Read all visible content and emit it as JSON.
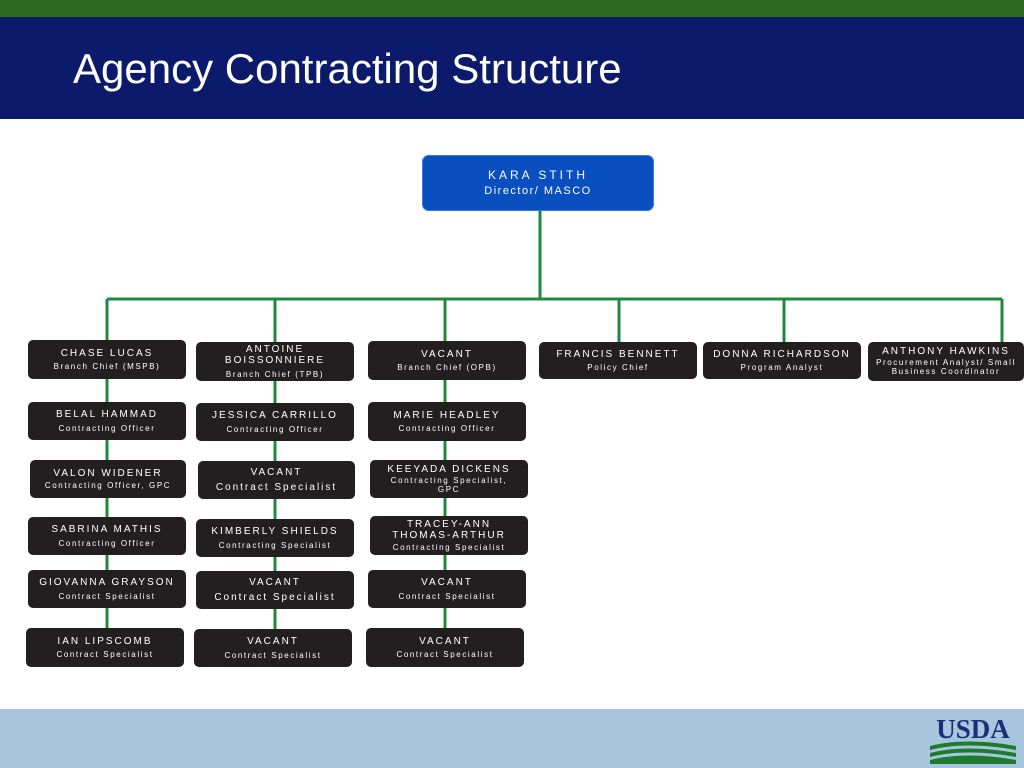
{
  "page": {
    "title": "Agency Contracting Structure"
  },
  "colors": {
    "title_bar": "#0b1a6b",
    "top_strip": "#2d6a1f",
    "footer": "#a7c6de",
    "connector": "#1f8a3e",
    "box": "#231f20",
    "director_box": "#0a4fbf"
  },
  "director": {
    "name": "KARA STITH",
    "role": "Director/ MASCO"
  },
  "branch_heads": [
    {
      "name": "CHASE LUCAS",
      "role": "Branch Chief (MSPB)"
    },
    {
      "name": "ANTOINE BOISSONNIERE",
      "role": "Branch Chief (TPB)"
    },
    {
      "name": "VACANT",
      "role": "Branch Chief (OPB)"
    },
    {
      "name": "FRANCIS BENNETT",
      "role": "Policy Chief"
    },
    {
      "name": "DONNA RICHARDSON",
      "role": "Program Analyst"
    },
    {
      "name": "ANTHONY HAWKINS",
      "role": "Procurement Analyst/ Small Business Coordinator"
    }
  ],
  "mspb_staff": [
    {
      "name": "BELAL HAMMAD",
      "role": "Contracting Officer"
    },
    {
      "name": "VALON WIDENER",
      "role": "Contracting Officer, GPC"
    },
    {
      "name": "SABRINA MATHIS",
      "role": "Contracting Officer"
    },
    {
      "name": "GIOVANNA GRAYSON",
      "role": "Contract Specialist"
    },
    {
      "name": "IAN LIPSCOMB",
      "role": "Contract Specialist"
    }
  ],
  "tpb_staff": [
    {
      "name": "JESSICA CARRILLO",
      "role": "Contracting Officer"
    },
    {
      "name": "VACANT",
      "role": "Contract Specialist"
    },
    {
      "name": "KIMBERLY SHIELDS",
      "role": "Contracting Specialist"
    },
    {
      "name": "VACANT",
      "role": "Contract Specialist"
    },
    {
      "name": "VACANT",
      "role": "Contract Specialist"
    }
  ],
  "opb_staff": [
    {
      "name": "MARIE HEADLEY",
      "role": "Contracting Officer"
    },
    {
      "name": "KEEYADA DICKENS",
      "role": "Contracting Specialist, GPC"
    },
    {
      "name": "TRACEY-ANN THOMAS-ARTHUR",
      "role": "Contracting Specialist"
    },
    {
      "name": "VACANT",
      "role": "Contract Specialist"
    },
    {
      "name": "VACANT",
      "role": "Contract Specialist"
    }
  ],
  "logo": {
    "text": "USDA"
  }
}
